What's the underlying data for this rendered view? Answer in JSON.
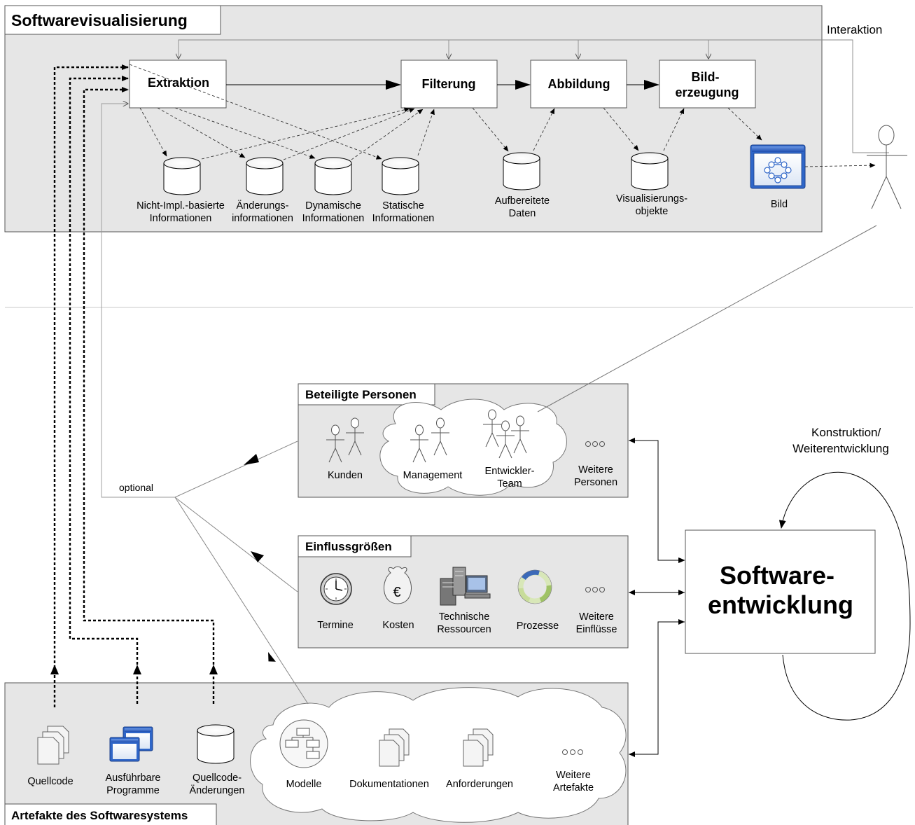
{
  "colors": {
    "panel": "#e6e6e6",
    "box": "#ffffff",
    "line": "#000000",
    "thin": "#7a7a7a",
    "separator": "#c8c8c8",
    "window_blue": "#2f66c8"
  },
  "visualization": {
    "title": "Softwarevisualisierung",
    "interaction_label": "Interaktion",
    "steps": {
      "extraktion": "Extraktion",
      "filterung": "Filterung",
      "abbildung": "Abbildung",
      "bilderzeugung": [
        "Bild-",
        "erzeugung"
      ]
    },
    "stores": {
      "nicht_impl": [
        "Nicht-Impl.-basierte",
        "Informationen"
      ],
      "aenderung": [
        "Änderungs-",
        "informationen"
      ],
      "dynamisch": [
        "Dynamische",
        "Informationen"
      ],
      "statisch": [
        "Statische",
        "Informationen"
      ],
      "aufbereitet": [
        "Aufbereitete",
        "Daten"
      ],
      "visualisierung": [
        "Visualisierungs-",
        "objekte"
      ],
      "bild": [
        "Bild"
      ]
    }
  },
  "personen": {
    "title": "Beteiligte Personen",
    "kunden": [
      "Kunden"
    ],
    "management": [
      "Management"
    ],
    "entwickler": [
      "Entwickler-",
      "Team"
    ],
    "weitere": [
      "Weitere",
      "Personen"
    ],
    "ellipsis_icon": "ellipsis-icon"
  },
  "einfluss": {
    "title": "Einflussgrößen",
    "termine": [
      "Termine"
    ],
    "kosten": [
      "Kosten"
    ],
    "kosten_symbol": "€",
    "technisch": [
      "Technische",
      "Ressourcen"
    ],
    "prozesse": [
      "Prozesse"
    ],
    "weitere": [
      "Weitere",
      "Einflüsse"
    ]
  },
  "artefakte": {
    "title": "Artefakte des Softwaresystems",
    "quellcode": [
      "Quellcode"
    ],
    "programme": [
      "Ausführbare",
      "Programme"
    ],
    "aenderungen": [
      "Quellcode-",
      "Änderungen"
    ],
    "modelle": [
      "Modelle"
    ],
    "dokumentationen": [
      "Dokumentationen"
    ],
    "anforderungen": [
      "Anforderungen"
    ],
    "weitere": [
      "Weitere",
      "Artefakte"
    ]
  },
  "entwicklung": {
    "label": [
      "Software-",
      "entwicklung"
    ],
    "loop_label": [
      "Konstruktion/",
      "Weiterentwicklung"
    ]
  },
  "optional_label": "optional"
}
